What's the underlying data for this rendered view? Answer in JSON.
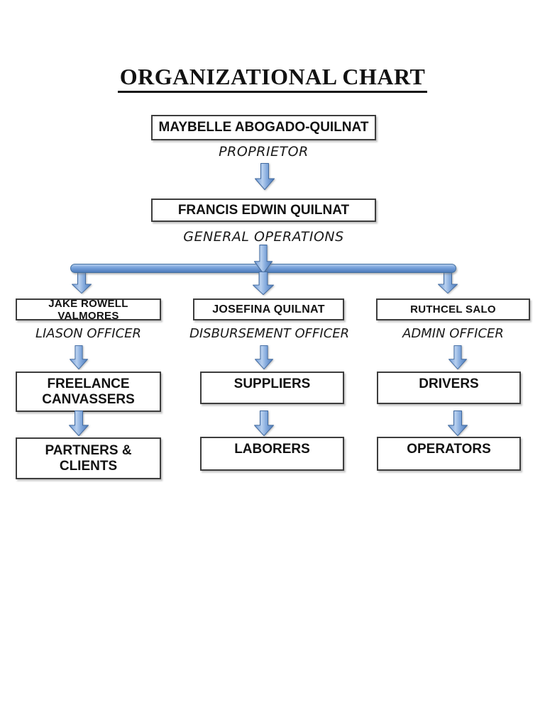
{
  "page": {
    "title": "ORGANIZATIONAL CHART",
    "background": "#ffffff"
  },
  "org": {
    "proprietor": {
      "name": "MAYBELLE ABOGADO-QUILNAT",
      "role": "PROPRIETOR"
    },
    "general_operations": {
      "name": "FRANCIS EDWIN QUILNAT",
      "role": "GENERAL OPERATIONS"
    },
    "branches": [
      {
        "head": "JAKE ROWELL VALMORES",
        "role": "LIASON OFFICER",
        "level1": "FREELANCE CANVASSERS",
        "level2": "PARTNERS & CLIENTS"
      },
      {
        "head": "JOSEFINA QUILNAT",
        "role": "DISBURSEMENT OFFICER",
        "level1": "SUPPLIERS",
        "level2": "LABORERS"
      },
      {
        "head": "RUTHCEL SALO",
        "role": "ADMIN OFFICER",
        "level1": "DRIVERS",
        "level2": "OPERATORS"
      }
    ]
  },
  "colors": {
    "arrow_fill_dark": "#4b79b8",
    "arrow_fill_mid": "#6f9ad5",
    "arrow_fill_light": "#b7cfee",
    "arrow_border": "#3f69a0",
    "box_border": "#3d3d3d",
    "text": "#121212",
    "page_background": "#ffffff"
  }
}
